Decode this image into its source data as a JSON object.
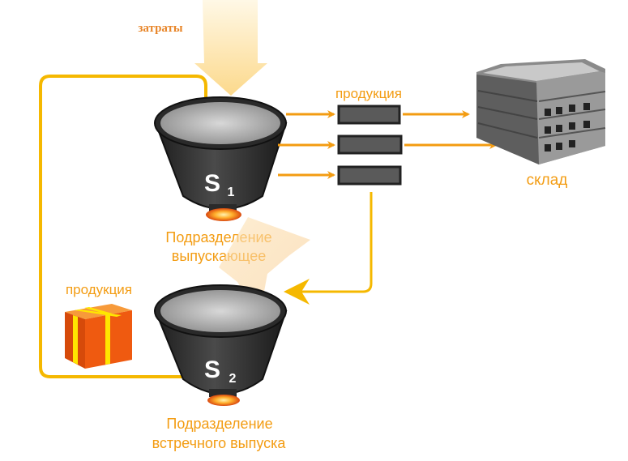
{
  "diagram": {
    "input_label": "затраты",
    "products_label": "продукция",
    "warehouse_label": "склад",
    "unit1": {
      "symbol": "S",
      "subscript": "1",
      "name_line1": "Подразделение",
      "name_line2": "выпускающее"
    },
    "unit2": {
      "symbol": "S",
      "subscript": "2",
      "name_line1": "Подразделение",
      "name_line2": "встречного выпуска"
    },
    "box_label": "продукция",
    "colors": {
      "arrow_orange": "#f39c12",
      "loop_yellow": "#f5b800",
      "funnel_dark": "#3a3a3a",
      "input_beam": "#fde7b0",
      "box_orange": "#ef5a10",
      "box_ribbon": "#ffe600",
      "building_gray": "#7d7d7d"
    }
  }
}
